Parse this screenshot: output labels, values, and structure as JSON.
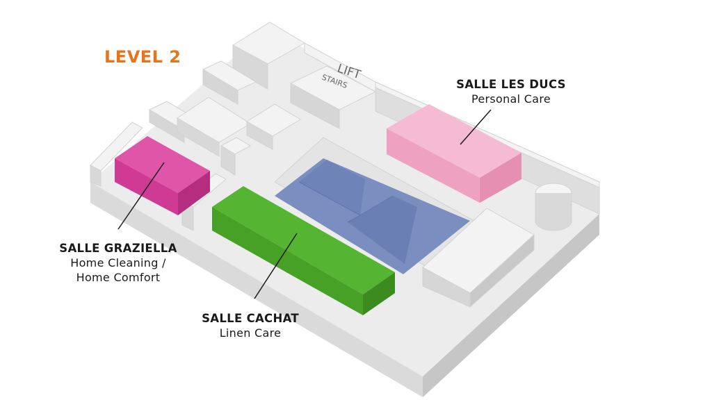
{
  "title": "LEVEL 2",
  "colors": {
    "title": "#e8731a",
    "floor_top": "#ececec",
    "floor_left": "#dcdcdc",
    "floor_front": "#c9c9c9",
    "wall_top": "#f2f2f2",
    "wall_side": "#d4d4d4",
    "ducs": "#f0a8c6",
    "graziella": "#d6419b",
    "cachat": "#4aaa2b",
    "central": "#7a8fbf"
  },
  "markers": {
    "lift": "LIFT",
    "stairs": "STAIRS"
  },
  "rooms": {
    "ducs": {
      "name": "SALLE LES DUCS",
      "sub": "Personal Care"
    },
    "graziella": {
      "name": "SALLE GRAZIELLA",
      "sub_line1": "Home Cleaning /",
      "sub_line2": "Home Comfort"
    },
    "cachat": {
      "name": "SALLE CACHAT",
      "sub": "Linen Care"
    }
  }
}
